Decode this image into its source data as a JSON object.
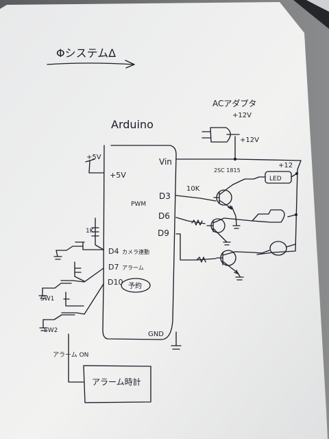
{
  "diagram": {
    "title": "ΦシステムΔ",
    "power_adapter": "ACアダプタ",
    "power_adapter_voltage": "+12V",
    "adapter_output": "+12V",
    "board_name": "Arduino",
    "pin_5v_left": "+5V",
    "pin_5v_board": "+5V",
    "vin": "Vin",
    "d3": "D3",
    "d6": "D6",
    "d9": "D9",
    "pwm": "PWM",
    "resistor_10k": "10K",
    "transistor_label": "2SC 1815",
    "vcc_12": "+12",
    "led_label": "LED",
    "d4": "D4",
    "d4_label": "カメラ連動",
    "d7": "D7",
    "d7_label": "アラーム",
    "d10": "D10",
    "d10_note": "予約",
    "resistor_1k": "1K",
    "alarm_on": "アラーム ON",
    "alarm_clock": "アラーム時計",
    "gnd": "GND",
    "sw1": "SW1",
    "sw2": "SW2"
  }
}
